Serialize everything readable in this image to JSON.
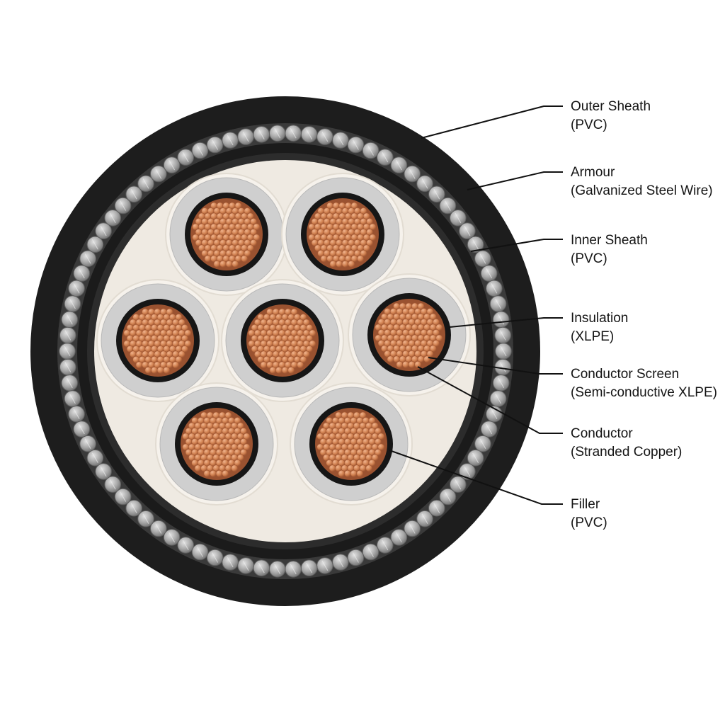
{
  "colors": {
    "outer_sheath": "#1d1d1d",
    "armour_wire": "#a9a9a9",
    "armour_bed": "#3a3a3a",
    "inner_sheath": "#1b1b1b",
    "filler": "#efeae2",
    "insulation": "#cfcfcf",
    "conductor_screen": "#161616",
    "copper": "#d0804f",
    "copper_edge": "#9a5230",
    "leader": "#111111"
  },
  "icons": [
    "cable-cross-section"
  ],
  "labels": [
    {
      "id": "outer-sheath",
      "line1": "Outer Sheath",
      "line2": "(PVC)"
    },
    {
      "id": "armour",
      "line1": "Armour",
      "line2": "(Galvanized Steel Wire)"
    },
    {
      "id": "inner-sheath",
      "line1": "Inner Sheath",
      "line2": "(PVC)"
    },
    {
      "id": "insulation",
      "line1": "Insulation",
      "line2": "(XLPE)"
    },
    {
      "id": "conductor-screen",
      "line1": "Conductor Screen",
      "line2": "(Semi-conductive XLPE)"
    },
    {
      "id": "conductor",
      "line1": "Conductor",
      "line2": "(Stranded Copper)"
    },
    {
      "id": "filler",
      "line1": "Filler",
      "line2": "(PVC)"
    }
  ]
}
